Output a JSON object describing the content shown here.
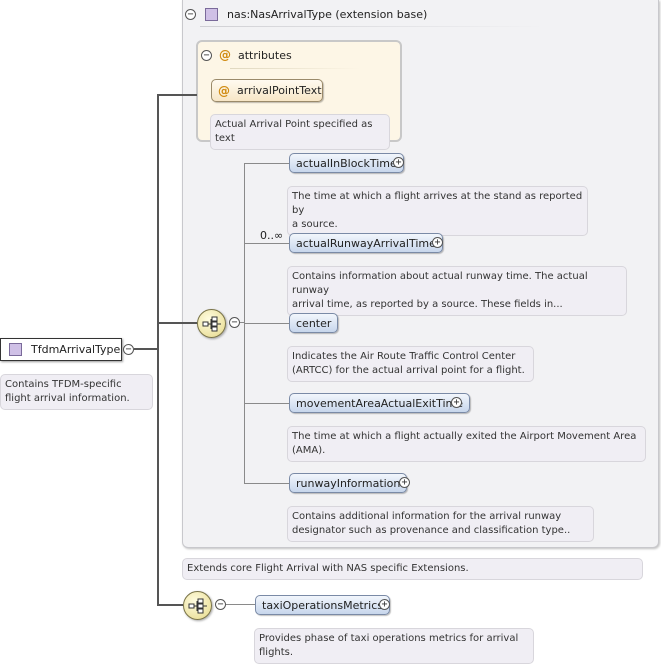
{
  "root": {
    "name": "TfdmArrivalType",
    "doc": "Contains TFDM-specific flight arrival information."
  },
  "extension": {
    "label": "nas:NasArrivalType (extension base)",
    "doc": "Extends core Flight Arrival with NAS specific Extensions."
  },
  "attributes": {
    "label": "attributes",
    "items": [
      {
        "name": "arrivalPointText",
        "doc": "Actual Arrival Point specified as text"
      }
    ]
  },
  "sequence": {
    "cardinality": "0..∞",
    "elements": [
      {
        "name": "actualInBlockTime",
        "doc_line1": "The time at which a flight arrives at the stand as reported by",
        "doc_line2": "a source."
      },
      {
        "name": "actualRunwayArrivalTime",
        "doc_line1": "Contains information about actual runway time. The actual runway",
        "doc_line2": "arrival time, as reported by a source. These fields in..."
      },
      {
        "name": "center",
        "doc_line1": "Indicates the Air Route Traffic Control Center",
        "doc_line2": "(ARTCC) for the actual arrival point for a flight."
      },
      {
        "name": "movementAreaActualExitTime",
        "doc_line1": "The time at which a flight actually exited the Airport Movement Area",
        "doc_line2": "(AMA)."
      },
      {
        "name": "runwayInformation",
        "doc_line1": "Contains additional information for the arrival runway",
        "doc_line2": "designator such as provenance and classification type.."
      }
    ]
  },
  "sequence2": {
    "elements": [
      {
        "name": "taxiOperationsMetrics",
        "doc": "Provides phase of taxi operations metrics for arrival flights."
      }
    ]
  },
  "symbols": {
    "collapse": "−",
    "expand": "+",
    "attribute": "@"
  }
}
